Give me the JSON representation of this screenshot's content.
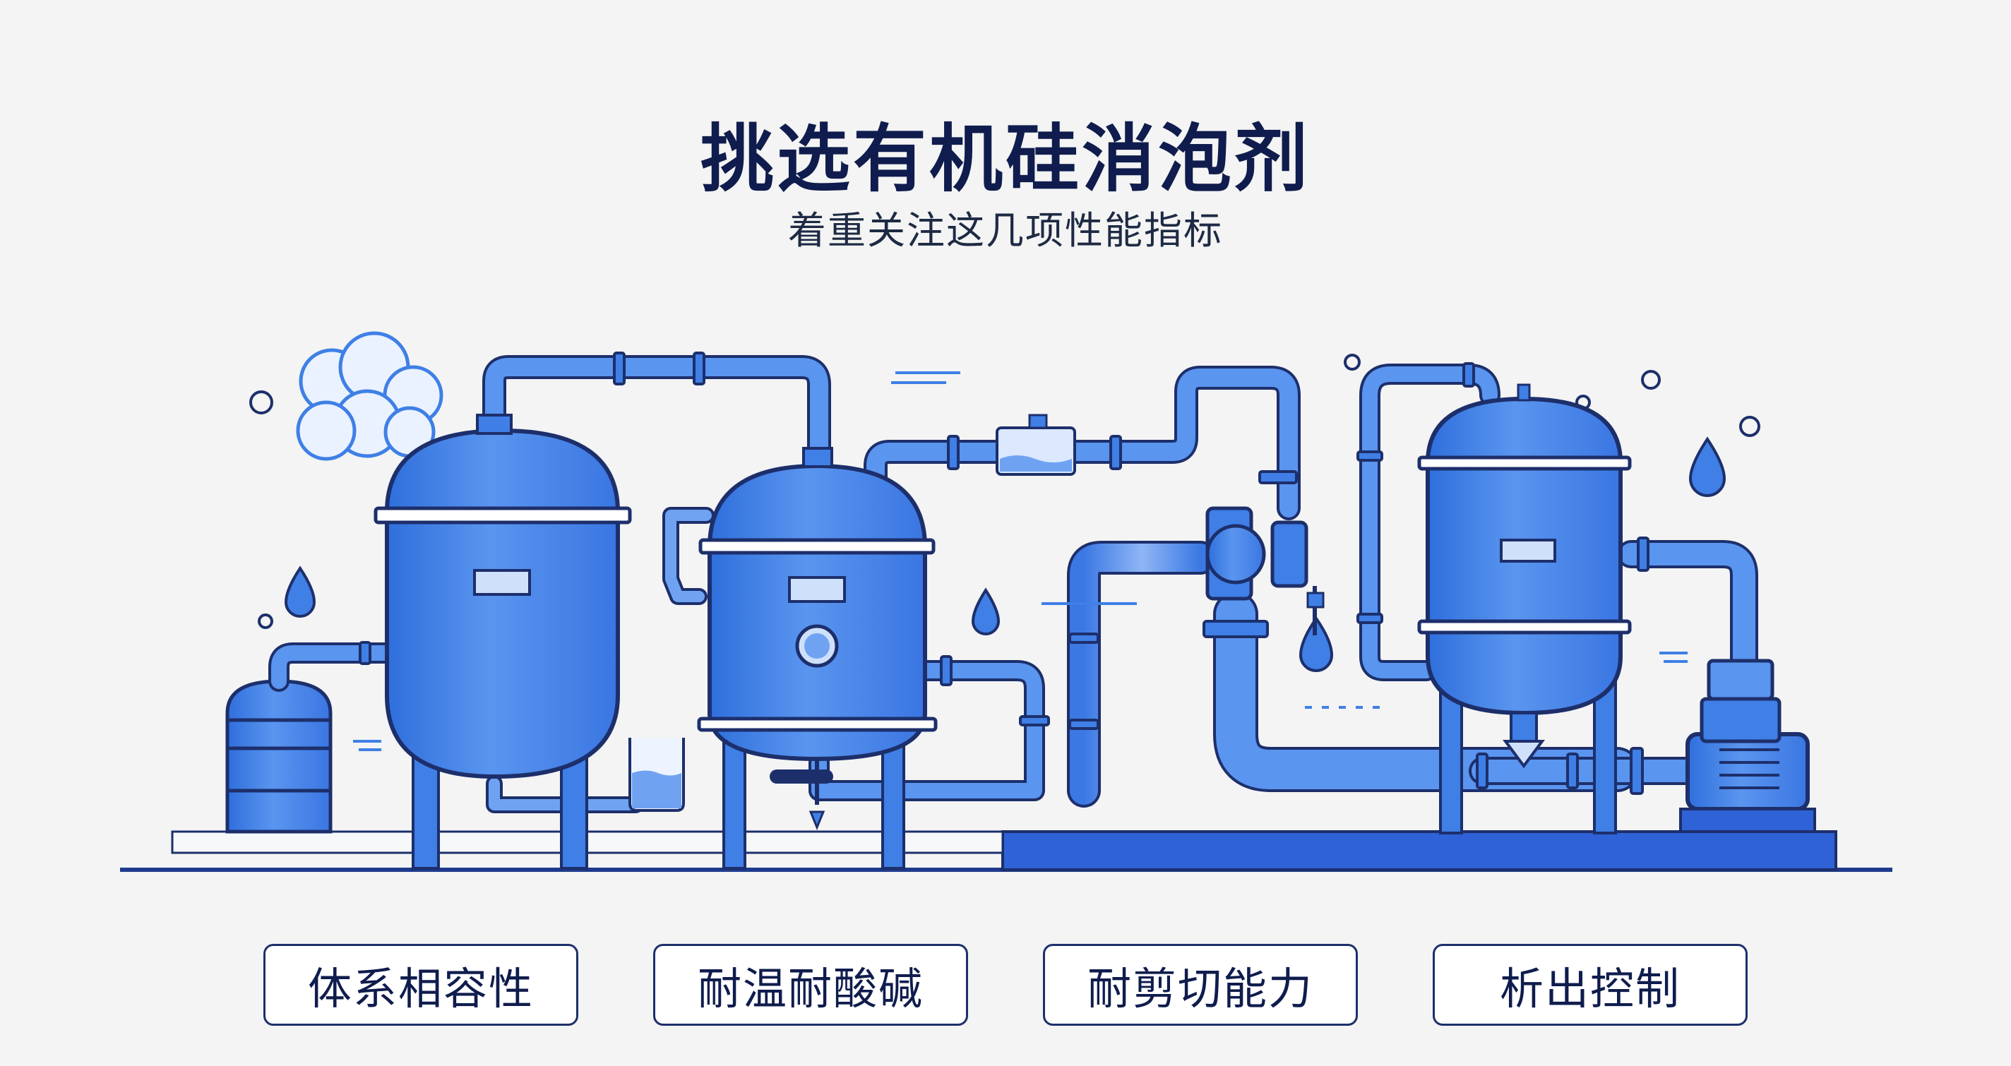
{
  "header": {
    "title": "挑选有机硅消泡剂",
    "subtitle": "着重关注这几项性能指标"
  },
  "features": [
    {
      "label": "体系相容性"
    },
    {
      "label": "耐温耐酸碱"
    },
    {
      "label": "耐剪切能力"
    },
    {
      "label": "析出控制"
    }
  ],
  "illustration": {
    "icons": [
      "steam-cloud-icon",
      "water-drop-icon",
      "bubble-icon",
      "sight-glass-icon",
      "beaker-icon",
      "pump-icon"
    ]
  },
  "colors": {
    "background": "#f3f4f3",
    "tank_blue": "#3f7fe6",
    "pipe_blue": "#4a88ea",
    "outline_navy": "#1d2f6b",
    "light_blue": "#cfe0fb",
    "title_navy": "#0f1c4d"
  }
}
